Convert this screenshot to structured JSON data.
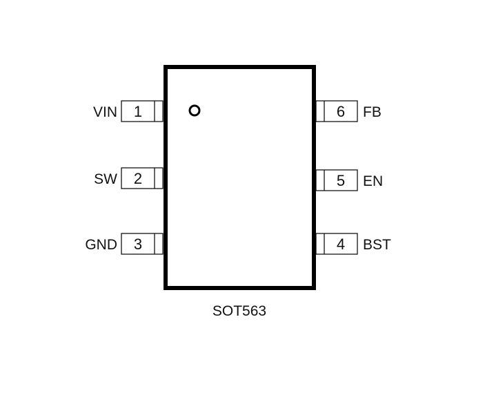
{
  "package": {
    "name": "SOT563",
    "colors": {
      "line": "#000000",
      "text": "#111111",
      "background": "#ffffff"
    },
    "pin1_marker": "circle"
  },
  "pins_left": [
    {
      "number": "1",
      "label": "VIN"
    },
    {
      "number": "2",
      "label": "SW"
    },
    {
      "number": "3",
      "label": "GND"
    }
  ],
  "pins_right": [
    {
      "number": "6",
      "label": "FB"
    },
    {
      "number": "5",
      "label": "EN"
    },
    {
      "number": "4",
      "label": "BST"
    }
  ]
}
